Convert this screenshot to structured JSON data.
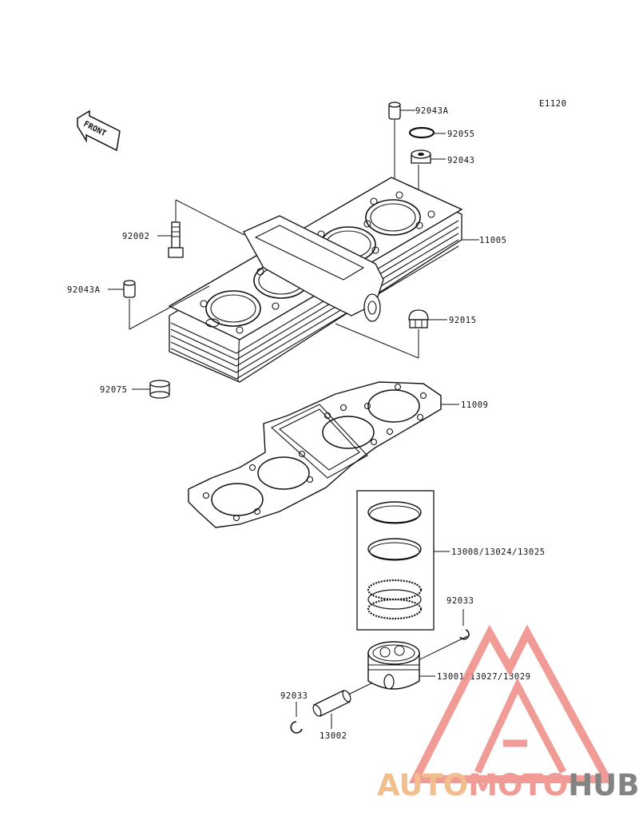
{
  "diagram": {
    "code": "E1120",
    "front_label": "FRONT",
    "labels": {
      "p92043A_top": "92043A",
      "p92055": "92055",
      "p92043": "92043",
      "p92002": "92002",
      "p11005": "11005",
      "p92043A_left": "92043A",
      "p92015": "92015",
      "p92075": "92075",
      "p11009": "11009",
      "rings": "13008/13024/13025",
      "p92033_right": "92033",
      "piston": "13001/13027/13029",
      "p92033_left": "92033",
      "p13002": "13002"
    }
  },
  "watermark": {
    "part1": "AUTO",
    "part2": "MOTO",
    "part3": "HUB",
    "color_orange": "#f2b37a",
    "color_red": "#ef8a86",
    "color_gray": "#6e6e6e"
  }
}
